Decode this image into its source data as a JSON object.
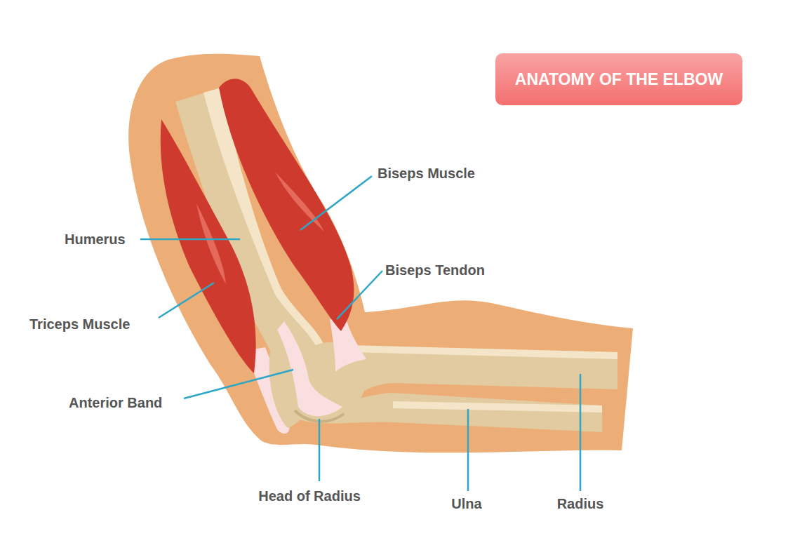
{
  "diagram": {
    "title": "ANATOMY OF THE ELBOW",
    "labels": [
      "Biseps Muscle",
      "Humerus",
      "Biseps Tendon",
      "Triceps Muscle",
      "Anterior Band",
      "Head of Radius",
      "Ulna",
      "Radius"
    ]
  }
}
